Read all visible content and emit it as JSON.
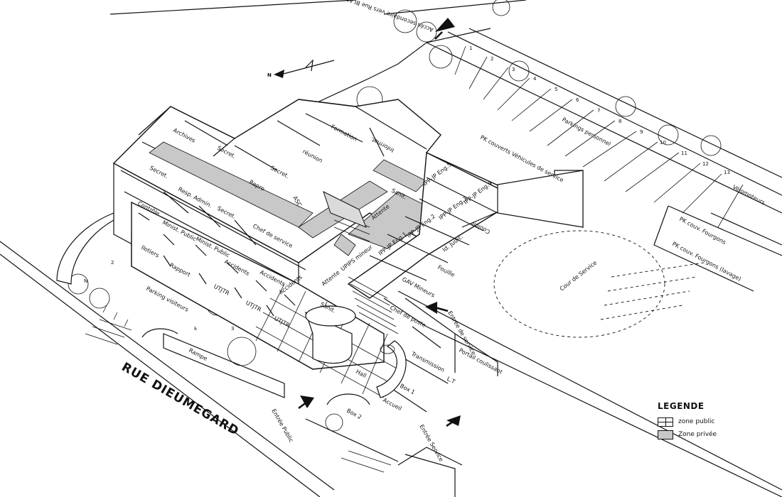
{
  "street_name": "RUE      DIEUMEGARD",
  "compass_north": "N",
  "entrances": {
    "secondary_access": "Accès secondaire vers Rue BLANQUI",
    "public": "Entrée Public",
    "service_bottom": "Entrée Service",
    "service_right": "Entrée de service"
  },
  "rooms": {
    "archives": "Archives",
    "secret_1": "Secret.",
    "secret_2": "Secret.",
    "secret_3": "Secret.",
    "secret_4": "Secret.",
    "formation": "Formation",
    "reunion": "réunion",
    "informat": "Informat.",
    "repro": "Repro",
    "resp_admin": "Resp. Admin.",
    "asc": "ASC",
    "chef_service": "Chef de service",
    "controle": "Contrôle",
    "minist_public_1": "Minist. Public",
    "minist_public_2": "Minist. Public",
    "ilotiers": "Ilotiers",
    "rapport": "Rapport",
    "accidents_1": "Accidents",
    "accidents_2": "Accidents",
    "accidents_3": "Accidents",
    "utjtr_1": "UTJTR",
    "utjtr_2": "UTJTR",
    "utjtr_3": "UTJTR",
    "sanit_1": "Sanit.",
    "sanit_2": "Sanit.",
    "attente_1": "Attente",
    "attente_2": "Attente",
    "upips_mineur": "UPIPS mineur",
    "ipp_jp_eng5": "IPP-JP Eng.5",
    "ipp_jp_eng4": "IPP-JP Eng.4",
    "ipp_jp_eng3": "IPP-JP Eng.3",
    "ipp_jp_eng2": "IPP-JP Eng.2",
    "ipp_jp_eng1": "IPP-JP Eng.1",
    "id_judic": "Id. Judic.",
    "fouille": "Fouille",
    "gav_mineurs": "GAV Mineurs",
    "couloir": "Couloir",
    "chef_poste": "Chef de poste",
    "transmission": "Transmission",
    "lt": "L.T",
    "box_1": "Box 1",
    "box_2": "Box 2",
    "accueil": "Accueil",
    "hall": "Hall",
    "rampe": "Rampe"
  },
  "parking": {
    "visiteurs": "Parking visiteurs",
    "personnel": "Parkings personnel",
    "pk_couverts": "PK couverts Véhicules de service",
    "pk_fourgons": "PK couv. Fourgons",
    "pk_fourgons_lavage": "PK couv. Fourgons (lavage)",
    "velomoteurs": "Vélomoteurs",
    "cour_service": "Cour de Service",
    "portail": "Portail coulissant",
    "spot_numbers": [
      "1",
      "2",
      "3",
      "4",
      "5",
      "6",
      "7",
      "8",
      "9",
      "10",
      "11",
      "12",
      "13"
    ],
    "visitor_numbers": [
      "N",
      "2",
      "3"
    ]
  },
  "legend": {
    "title": "LEGENDE",
    "items": [
      {
        "label": "zone  public",
        "fill": "#ffffff"
      },
      {
        "label": "Zone  privée",
        "fill": "#c8c8c8"
      }
    ]
  }
}
